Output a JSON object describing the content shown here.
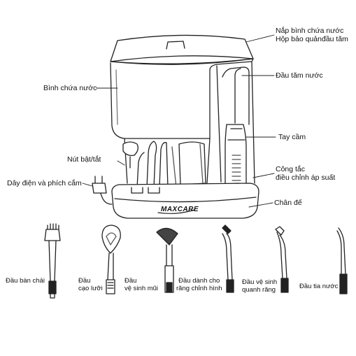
{
  "callouts": {
    "lid": [
      "Nắp bình chứa nước",
      "Hộp bảo quảnđầu tăm"
    ],
    "reservoir": "Bình chứa nước",
    "tip_head": "Đầu tăm nước",
    "handle": "Tay cầm",
    "power_button": "Nút bật/tắt",
    "pressure_switch": [
      "Công tắc",
      "điều chỉnh áp suất"
    ],
    "power_cord": "Dây điện và phích cắm",
    "base": "Chân đế"
  },
  "brand": {
    "logo_text": "MAXCARE"
  },
  "tips": [
    {
      "lines": [
        "Đầu bàn chải"
      ]
    },
    {
      "lines": [
        "Đầu",
        "cạo lưỡi"
      ]
    },
    {
      "lines": [
        "Đầu",
        "vệ sinh mũi"
      ]
    },
    {
      "lines": [
        "Đầu dành cho",
        "răng chỉnh hình"
      ]
    },
    {
      "lines": [
        "Đầu vệ sinh",
        "quanh răng"
      ]
    },
    {
      "lines": [
        "Đầu tia nước"
      ]
    }
  ]
}
